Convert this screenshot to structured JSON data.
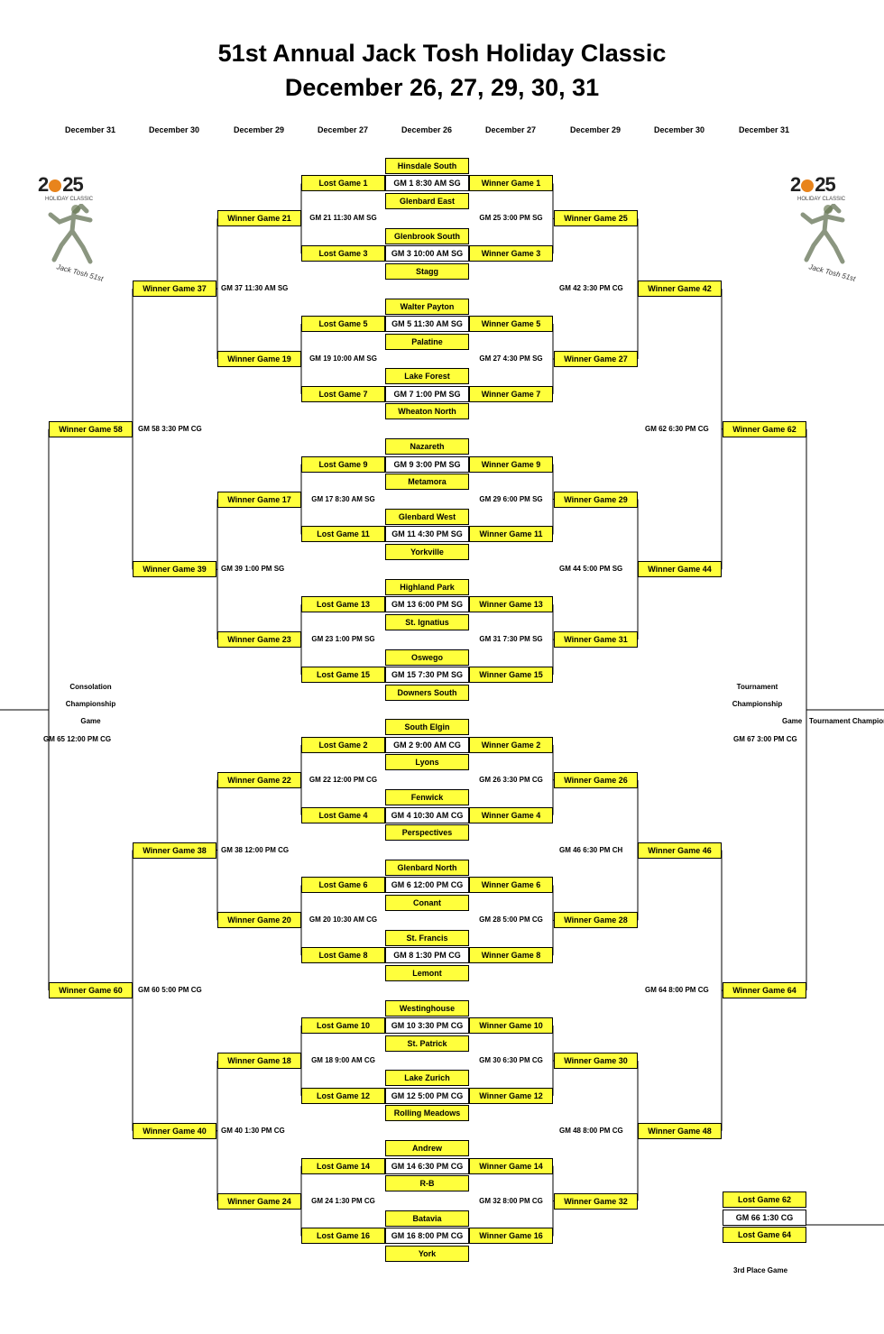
{
  "title_line1": "51st Annual Jack Tosh Holiday Classic",
  "title_line2": "December 26, 27, 29, 30, 31",
  "columns": [
    "December 31",
    "December 30",
    "December 29",
    "December 27",
    "December 26",
    "December 27",
    "December 29",
    "December 30",
    "December 31"
  ],
  "logo": {
    "year_left": "2",
    "year_right": "25",
    "caption": "HOLIDAY CLASSIC",
    "signature": "Jack Tosh 51st"
  },
  "teams": [
    "Hinsdale South",
    "Glenbard East",
    "Glenbrook South",
    "Stagg",
    "Walter Payton",
    "Palatine",
    "Lake Forest",
    "Wheaton North",
    "Nazareth",
    "Metamora",
    "Glenbard West",
    "Yorkville",
    "Highland Park",
    "St. Ignatius",
    "Oswego",
    "Downers South",
    "South Elgin",
    "Lyons",
    "Fenwick",
    "Perspectives",
    "Glenbard North",
    "Conant",
    "St. Francis",
    "Lemont",
    "Westinghouse",
    "St. Patrick",
    "Lake Zurich",
    "Rolling Meadows",
    "Andrew",
    "R-B",
    "Batavia",
    "York"
  ],
  "first_round_games": [
    "GM 1 8:30 AM SG",
    "GM 3 10:00 AM SG",
    "GM 5 11:30 AM SG",
    "GM 7 1:00 PM SG",
    "GM 9 3:00 PM SG",
    "GM 11 4:30 PM SG",
    "GM 13 6:00 PM SG",
    "GM 15 7:30 PM SG",
    "GM 2 9:00 AM CG",
    "GM 4 10:30 AM CG",
    "GM 6 12:00 PM CG",
    "GM 8 1:30 PM CG",
    "GM 10 3:30 PM CG",
    "GM 12 5:00 PM CG",
    "GM 14 6:30 PM CG",
    "GM 16 8:00 PM CG"
  ],
  "lost_first": [
    "Lost Game 1",
    "Lost Game 3",
    "Lost Game 5",
    "Lost Game 7",
    "Lost Game 9",
    "Lost Game 11",
    "Lost Game 13",
    "Lost Game 15",
    "Lost Game 2",
    "Lost Game 4",
    "Lost Game 6",
    "Lost Game 8",
    "Lost Game 10",
    "Lost Game 12",
    "Lost Game 14",
    "Lost Game 16"
  ],
  "winner_first": [
    "Winner Game 1",
    "Winner Game 3",
    "Winner Game 5",
    "Winner Game 7",
    "Winner Game 9",
    "Winner Game 11",
    "Winner Game 13",
    "Winner Game 15",
    "Winner Game 2",
    "Winner Game 4",
    "Winner Game 6",
    "Winner Game 8",
    "Winner Game 10",
    "Winner Game 12",
    "Winner Game 14",
    "Winner Game 16"
  ],
  "left_r2_games": [
    "GM 21 11:30 AM SG",
    "GM 19 10:00 AM SG",
    "GM 17 8:30 AM SG",
    "GM 23 1:00 PM SG",
    "GM 22 12:00 PM CG",
    "GM 20 10:30 AM CG",
    "GM 18 9:00 AM CG",
    "GM 24 1:30 PM CG"
  ],
  "left_r2_boxes": [
    "Winner Game 21",
    "Winner Game 19",
    "Winner Game 17",
    "Winner Game 23",
    "Winner Game 22",
    "Winner Game 20",
    "Winner Game 18",
    "Winner Game 24"
  ],
  "right_r2_games": [
    "GM 25 3:00 PM SG",
    "GM 27 4:30 PM SG",
    "GM 29 6:00 PM SG",
    "GM 31 7:30 PM SG",
    "GM 26 3:30 PM CG",
    "GM 28 5:00 PM CG",
    "GM 30 6:30 PM CG",
    "GM 32 8:00 PM CG"
  ],
  "right_r2_boxes": [
    "Winner Game 25",
    "Winner Game 27",
    "Winner Game 29",
    "Winner Game 31",
    "Winner Game 26",
    "Winner Game 28",
    "Winner Game 30",
    "Winner Game 32"
  ],
  "left_r3_games": [
    "GM 37 11:30 AM SG",
    "GM 39 1:00 PM SG",
    "GM 38 12:00 PM CG",
    "GM 40 1:30 PM CG"
  ],
  "left_r3_boxes": [
    "Winner Game 37",
    "Winner Game 39",
    "Winner Game 38",
    "Winner Game 40"
  ],
  "right_r3_games": [
    "GM 42 3:30 PM CG",
    "GM 44 5:00 PM SG",
    "GM 46 6:30 PM CH",
    "GM 48 8:00 PM CG"
  ],
  "right_r3_boxes": [
    "Winner Game 42",
    "Winner Game 44",
    "Winner Game 46",
    "Winner Game 48"
  ],
  "left_r4_games": [
    "GM 58 3:30 PM CG",
    "GM 60 5:00 PM CG"
  ],
  "left_r4_boxes": [
    "Winner Game 58",
    "Winner Game 60"
  ],
  "right_r4_games": [
    "GM 62 6:30 PM CG",
    "GM 64 8:00 PM CG"
  ],
  "right_r4_boxes": [
    "Winner Game 62",
    "Winner Game 64"
  ],
  "consolation": {
    "line1": "Consolation",
    "line2": "Championship",
    "line3": "Game",
    "game": "GM 65 12:00 PM CG"
  },
  "championship": {
    "line1": "Tournament",
    "line2": "Championship",
    "line3": "Game",
    "game": "GM 67 3:00 PM CG",
    "result": "Tournament Champion"
  },
  "third_place": {
    "top": "Lost Game 62",
    "game": "GM 66 1:30 CG",
    "bottom": "Lost Game 64",
    "label": "3rd Place Game"
  }
}
